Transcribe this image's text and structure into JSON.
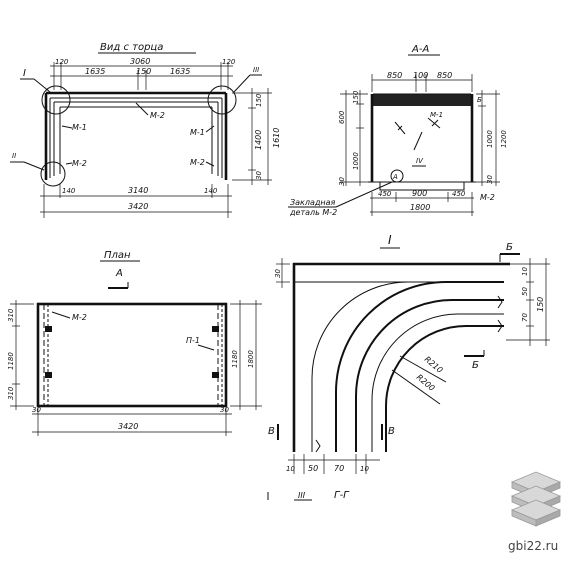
{
  "views": {
    "end_view": {
      "title": "Вид с торца",
      "dims_top": [
        "120",
        "3060",
        "1635",
        "150",
        "1635",
        "120"
      ],
      "dims_bottom": [
        "140",
        "3140",
        "140",
        "3420"
      ],
      "dims_right": [
        "150",
        "1610",
        "1400",
        "30"
      ],
      "callouts": [
        "I",
        "II",
        "III",
        "М-1",
        "М-2",
        "М-1",
        "М-2",
        "М-2"
      ]
    },
    "section_aa": {
      "title": "А-А",
      "dims_top": [
        "850",
        "100",
        "850"
      ],
      "dims_bottom": [
        "450",
        "900",
        "450",
        "1800"
      ],
      "dims_left": [
        "150",
        "600",
        "1000",
        "30"
      ],
      "dims_right": [
        "1000",
        "1200",
        "30"
      ],
      "callouts": [
        "М-1",
        "IV",
        "А",
        "Б",
        "М-2"
      ],
      "note_line1": "Закладная",
      "note_line2": "деталь М-2"
    },
    "plan": {
      "title": "План",
      "section_mark": "А",
      "dims_left": [
        "310",
        "1180",
        "310"
      ],
      "dims_right": [
        "1180",
        "1800"
      ],
      "dims_bottom": [
        "30",
        "3420",
        "30"
      ],
      "callouts": [
        "М-2",
        "П-1"
      ]
    },
    "node_i": {
      "title": "I",
      "dims_left": [
        "30"
      ],
      "dims_right": [
        "10",
        "50",
        "70",
        "150"
      ],
      "dims_bottom": [
        "10",
        "50",
        "70",
        "10"
      ],
      "radii": [
        "R210",
        "R200"
      ],
      "section_marks": [
        "Б",
        "Б",
        "В",
        "В",
        "Г-Г",
        "III"
      ]
    }
  },
  "watermark": {
    "site": "gbi22.ru"
  }
}
